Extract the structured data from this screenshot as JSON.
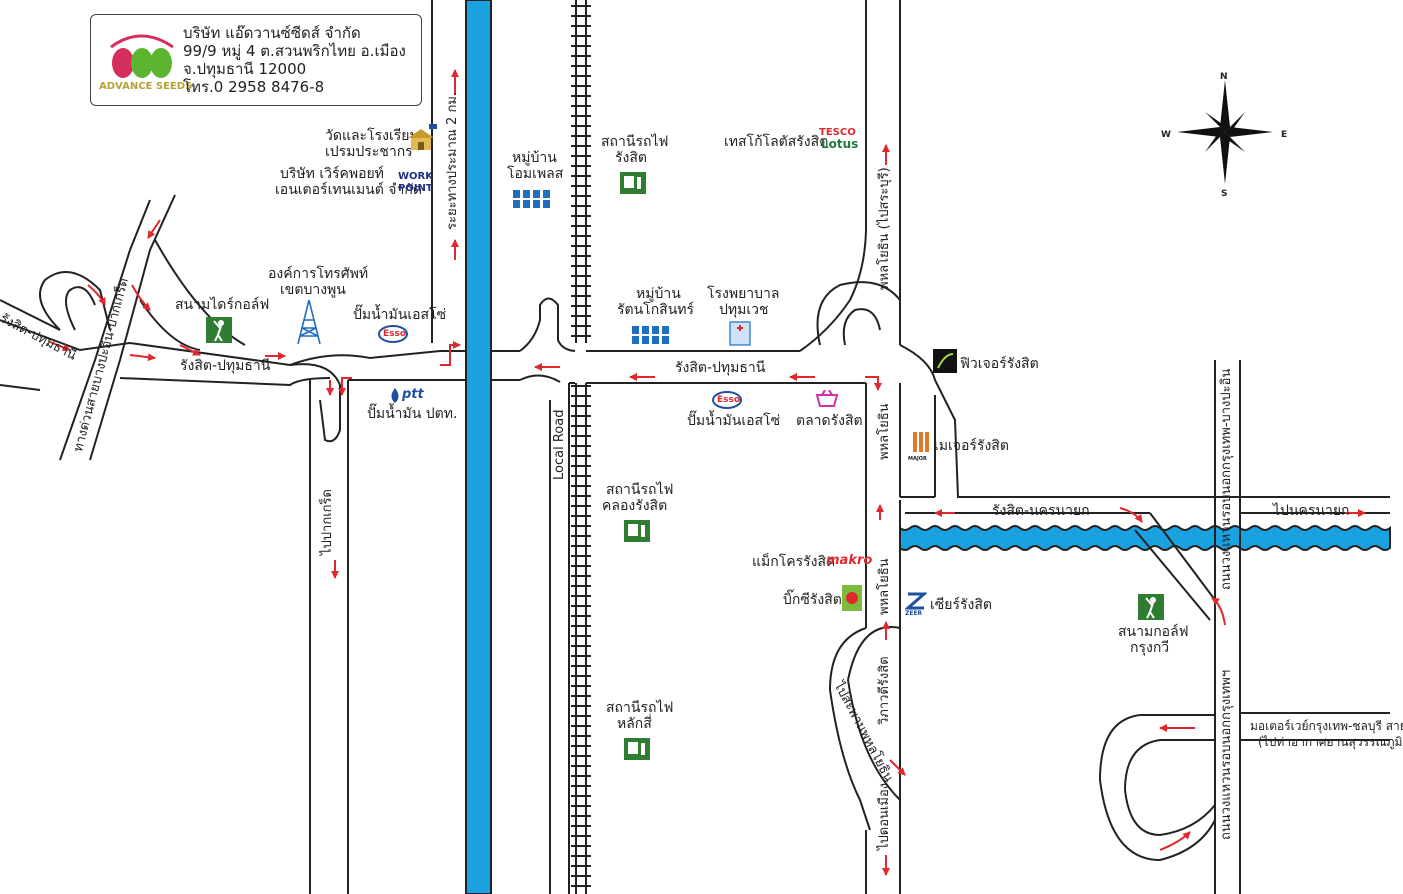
{
  "company": {
    "name": "บริษัท แอ๊ดวานซ์ซีดส์ จำกัด",
    "address1": "99/9 หมู่ 4 ต.สวนพริกไทย อ.เมือง",
    "address2": "จ.ปทุมธานี 12000",
    "phone": "โทร.0 2958 8476-8",
    "logo_text": "ADVANCE SEEDS"
  },
  "compass": {
    "n": "N",
    "s": "S",
    "e": "E",
    "w": "W"
  },
  "roads": {
    "rangsit_pathum_left": "รังสิต-ปทุมธานี",
    "rangsit_pathum_mid": "รังสิต-ปทุมธานี",
    "rangsit_pathum_diag": "รังสิต-ปทุมธานี",
    "rangsit_nakhon": "รังสิต-นครนายก",
    "to_nakhon": "ไปนครนายก",
    "to_pakkret": "ไปปากเกร็ด",
    "pakkret_highway": "ทางด่วนสายบางปะอิน-ปากเกร็ด",
    "radaprapa": "ระยะทางประมาณ 2 กม.",
    "local_road": "Local Road",
    "phahonyothin_saraburi": "พหลโยธิน (ไปสระบุรี)",
    "phahonyothin_1": "พหลโยธิน",
    "phahonyothin_2": "พหลโยธิน",
    "phahonyothin_old": "ไปสะพานพหลโยธิน",
    "vibhavadi": "วิภาวดีรังสิต",
    "to_donmueang": "ไปดอนเมือง",
    "outer_ring": "ถนนวงแหวนรอบนอกกรุงเทพ-บางปะอิน",
    "outer_ring_south": "ถนนวงแหวนรอบนอกกรุงเทพฯ",
    "motorway": "มอเตอร์เวย์กรุงเทพ-ชลบุรี สายใหม่",
    "motorway_sub": "(ไปท่าอากาศยานสุวรรณภูมิ)"
  },
  "places": {
    "temple_school": [
      "วัดและโรงเรียน",
      "เปรมประชากร"
    ],
    "workpoint": [
      "บริษัท เวิร์คพอยท์",
      "เอนเตอร์เทนเมนต์ จำกัด"
    ],
    "workpoint_logo": [
      "WORK",
      "POINT"
    ],
    "tot": [
      "องค์การโทรศัพท์",
      "เขตบางพูน"
    ],
    "golf_driving": "สนามไดร์กอล์ฟ",
    "esso_1": "ปั๊มน้ำมันเอสโซ่",
    "ptt": "ปั๊มน้ำมัน ปตท.",
    "ptt_logo": "ptt",
    "omplace": [
      "หมู่บ้าน",
      "โอมเพลส"
    ],
    "rangsit_station": [
      "สถานีรถไฟ",
      "รังสิต"
    ],
    "tesco": "เทสโก้โลตัสรังสิต",
    "tesco_logo": [
      "TESCO",
      "Lotus"
    ],
    "rattanakosin": [
      "หมู่บ้าน",
      "รัตนโกสินทร์"
    ],
    "hospital": [
      "โรงพยาบาล",
      "ปทุมเวช"
    ],
    "esso_2": "ปั๊มน้ำมันเอสโซ่",
    "esso_logo": "Esso",
    "talad": "ตลาดรังสิต",
    "future": "ฟิวเจอร์รังสิต",
    "major": "เมเจอร์รังสิต",
    "major_logo": "MAJOR",
    "klong_station": [
      "สถานีรถไฟ",
      "คลองรังสิต"
    ],
    "makro": "แม็กโครรังสิต",
    "makro_logo": "makro",
    "bigc": "บิ๊กซีรังสิต",
    "zeer": "เซียร์รังสิต",
    "zeer_logo": "ZEER",
    "golf_kv": [
      "สนามกอล์ฟ",
      "กรุงกวี"
    ],
    "laksi_station": [
      "สถานีรถไฟ",
      "หลักสี่"
    ]
  },
  "colors": {
    "canal": "#1aa1e0",
    "arrow": "#e0282e",
    "road": "#222222",
    "golf": "#2e7d32",
    "esso": "#1f4fa0",
    "logo_red": "#d62e5c",
    "logo_green": "#5cb531"
  }
}
